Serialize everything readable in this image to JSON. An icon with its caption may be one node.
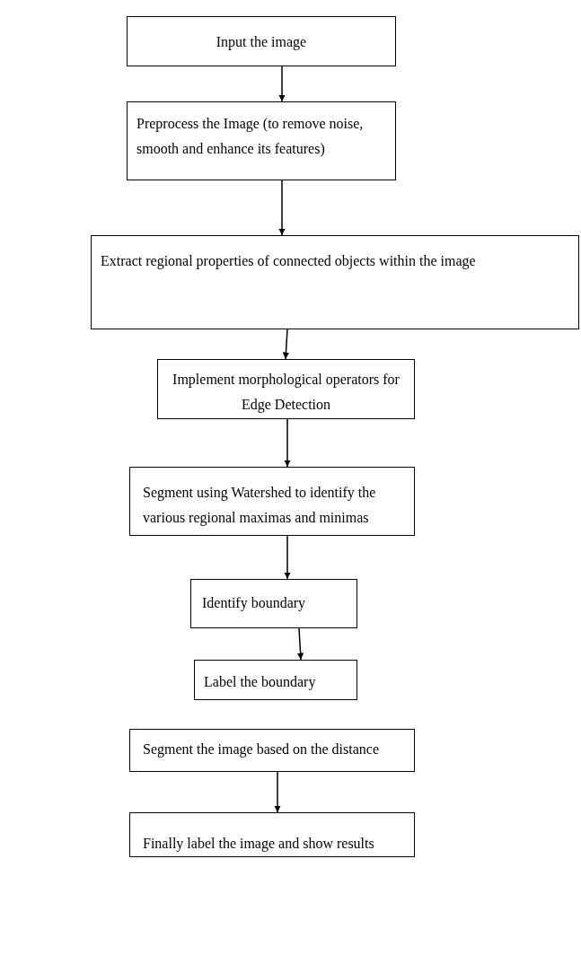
{
  "diagram": {
    "nodes": [
      {
        "text": [
          "Input the image"
        ]
      },
      {
        "text": [
          "Preprocess the Image (to remove noise, smooth and enhance its features)"
        ]
      },
      {
        "text": [
          "Extract regional properties of connected objects within the image"
        ]
      },
      {
        "text": [
          "Implement morphological operators for Edge Detection"
        ]
      },
      {
        "text": [
          "Segment using Watershed to identify the various regional maximas and minimas"
        ]
      },
      {
        "text": [
          "Identify boundary"
        ]
      },
      {
        "text": [
          "Label the boundary"
        ]
      },
      {
        "text": [
          "Segment the image based on the distance"
        ]
      },
      {
        "text": [
          "Finally label the image and show results"
        ]
      }
    ],
    "edges": [
      {
        "from": 0,
        "to": 1,
        "arrow": "to"
      },
      {
        "from": 1,
        "to": 2,
        "arrow": "to"
      },
      {
        "from": 2,
        "to": 3,
        "arrow": "to"
      },
      {
        "from": 3,
        "to": 4,
        "arrow": "to"
      },
      {
        "from": 4,
        "to": 5,
        "arrow": "to"
      },
      {
        "from": 5,
        "to": 6,
        "arrow": "to"
      },
      {
        "from": 7,
        "to": 8,
        "arrow": "to"
      }
    ]
  }
}
